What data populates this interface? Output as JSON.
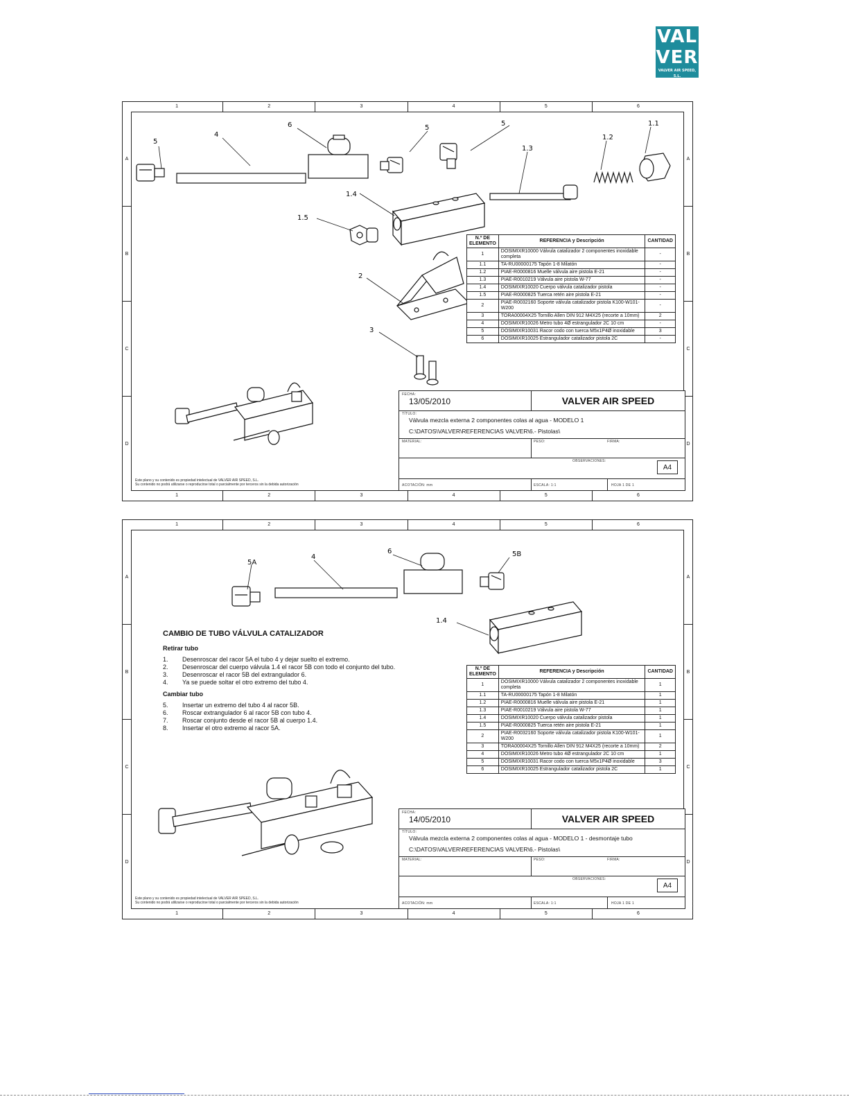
{
  "logo": {
    "line1": "VAL",
    "line2": "VER",
    "line3": "VALVER AIR SPEED, S.L."
  },
  "zones": {
    "cols": [
      "1",
      "2",
      "3",
      "4",
      "5",
      "6"
    ],
    "rows": [
      "A",
      "B",
      "C",
      "D"
    ]
  },
  "sheet1": {
    "callouts": {
      "c5a": "5",
      "c4": "4",
      "c6": "6",
      "c5b": "5",
      "c5c": "5",
      "c13": "1.3",
      "c12": "1.2",
      "c11": "1.1",
      "c14": "1.4",
      "c15": "1.5",
      "c2": "2",
      "c3": "3"
    },
    "bom_header": {
      "num": "N.º DE ELEMENTO",
      "ref": "REFERENCIA y Descripción",
      "qty": "CANTIDAD"
    },
    "bom": [
      {
        "num": "1",
        "ref": "DOSIMIXR10000 Válvula catalizador 2 componentes inoxidable completa",
        "qty": "-"
      },
      {
        "num": "1.1",
        "ref": "TA-RU00000175 Tapón 1-8 Milatón",
        "qty": "-"
      },
      {
        "num": "1.2",
        "ref": "PIAE-R0000816 Muelle válvula aire pistola E-21",
        "qty": "-"
      },
      {
        "num": "1.3",
        "ref": "PIAE-R0010219 Válvula aire pistola W-77",
        "qty": "-"
      },
      {
        "num": "1.4",
        "ref": "DOSIMIXR10020 Cuerpo válvula catalizador pistola",
        "qty": "-"
      },
      {
        "num": "1.5",
        "ref": "PIAE-R0000825 Tuerca retén aire pistola E-21",
        "qty": "-"
      },
      {
        "num": "2",
        "ref": "PIAE-R0032160 Soporte válvula catalizador pistola K100-W101-W200",
        "qty": "-"
      },
      {
        "num": "3",
        "ref": "TORA00004X25 Tornillo Allen DIN 912 M4X25 (recorte a 10mm)",
        "qty": "2"
      },
      {
        "num": "4",
        "ref": "DOSIMIXR10026 Metro tubo 4Ø estrangulador 2C 10 cm",
        "qty": "-"
      },
      {
        "num": "5",
        "ref": "DOSIMIXR10031 Racor codo con tuerca M5x1P4Ø inoxidable",
        "qty": "3"
      },
      {
        "num": "6",
        "ref": "DOSIMIXR10025 Estrangulador catalizador pistola 2C",
        "qty": "-"
      }
    ],
    "title_block": {
      "date_label": "FECHA:",
      "date": "13/05/2010",
      "company": "VALVER AIR SPEED",
      "title_label": "TÍTULO:",
      "description": "Válvula mezcla externa 2 componentes colas al agua - MODELO 1",
      "path": "C:\\DATOS\\VALVER\\REFERENCIAS VALVER\\6.- Pistolas\\",
      "material_label": "MATERIAL:",
      "weight_label": "PESO:",
      "signature_label": "FIRMA:",
      "notes_label": "OBSERVACIONES:",
      "format": "A4",
      "units_label": "ACOTACIÓN: mm",
      "scale_label": "ESCALA: 1:1",
      "sheet_label": "HOJA 1 DE 1"
    },
    "legal": [
      "Este plano y su contenido es propiedad intelectual de VALVER AIR SPEED, S.L.",
      "Su contenido no podrá utilizarse o reproducirse total o parcialmente por terceros sin la debida autorización"
    ]
  },
  "sheet2": {
    "callouts": {
      "c5a": "5A",
      "c4": "4",
      "c6": "6",
      "c5b": "5B",
      "c14": "1.4"
    },
    "instructions": {
      "title": "CAMBIO DE TUBO VÁLVULA CATALIZADOR",
      "section1": "Retirar tubo",
      "steps1": [
        {
          "n": "1.",
          "t": "Desenroscar del racor 5A el tubo 4 y dejar suelto el extremo."
        },
        {
          "n": "2.",
          "t": "Desenroscar del cuerpo válvula 1.4 el racor 5B con todo el conjunto del tubo."
        },
        {
          "n": "3.",
          "t": "Desenroscar el racor 5B del extrangulador 6."
        },
        {
          "n": "4.",
          "t": "Ya se puede soltar el otro extremo del tubo 4."
        }
      ],
      "section2": "Cambiar tubo",
      "steps2": [
        {
          "n": "5.",
          "t": "Insertar un extremo del tubo 4 al racor 5B."
        },
        {
          "n": "6.",
          "t": "Roscar extrangulador 6 al racor 5B con tubo 4."
        },
        {
          "n": "7.",
          "t": "Roscar conjunto desde el racor 5B al cuerpo 1.4."
        },
        {
          "n": "8.",
          "t": "Insertar el otro extremo al racor 5A."
        }
      ]
    },
    "bom_header": {
      "num": "N.º DE ELEMENTO",
      "ref": "REFERENCIA y Descripción",
      "qty": "CANTIDAD"
    },
    "bom": [
      {
        "num": "1",
        "ref": "DOSIMIXR10000 Válvula catalizador 2 componentes inoxidable completa",
        "qty": "1"
      },
      {
        "num": "1.1",
        "ref": "TA-RU00000175 Tapón 1-8 Milatón",
        "qty": "1"
      },
      {
        "num": "1.2",
        "ref": "PIAE-R0000816 Muelle válvula aire pistola E-21",
        "qty": "1"
      },
      {
        "num": "1.3",
        "ref": "PIAE-R0010219 Válvula aire pistola W-77",
        "qty": "1"
      },
      {
        "num": "1.4",
        "ref": "DOSIMIXR10020 Cuerpo válvula catalizador pistola",
        "qty": "1"
      },
      {
        "num": "1.5",
        "ref": "PIAE-R0000825 Tuerca retén aire pistola E-21",
        "qty": "1"
      },
      {
        "num": "2",
        "ref": "PIAE-R0032160 Soporte válvula catalizador pistola K100-W101-W200",
        "qty": "1"
      },
      {
        "num": "3",
        "ref": "TORA00004X25 Tornillo Allen DIN 912 M4X25 (recorte a 10mm)",
        "qty": "2"
      },
      {
        "num": "4",
        "ref": "DOSIMIXR10026 Metro tubo 4Ø estrangulador 2C 10 cm",
        "qty": "1"
      },
      {
        "num": "5",
        "ref": "DOSIMIXR10031 Racor codo con tuerca M5x1P4Ø inoxidable",
        "qty": "3"
      },
      {
        "num": "6",
        "ref": "DOSIMIXR10025 Estrangulador catalizador pistola 2C",
        "qty": "1"
      }
    ],
    "title_block": {
      "date_label": "FECHA:",
      "date": "14/05/2010",
      "company": "VALVER AIR SPEED",
      "title_label": "TÍTULO:",
      "description": "Válvula mezcla externa 2 componentes colas al agua - MODELO 1 - desmontaje tubo",
      "path": "C:\\DATOS\\VALVER\\REFERENCIAS VALVER\\6.- Pistolas\\",
      "material_label": "MATERIAL:",
      "weight_label": "PESO:",
      "signature_label": "FIRMA:",
      "notes_label": "OBSERVACIONES:",
      "format": "A4",
      "units_label": "ACOTACIÓN: mm",
      "scale_label": "ESCALA: 1:1",
      "sheet_label": "HOJA 1 DE 1"
    },
    "legal": [
      "Este plano y su contenido es propiedad intelectual de VALVER AIR SPEED, S.L.",
      "Su contenido no podrá utilizarse o reproducirse total o parcialmente por terceros sin la debida autorización"
    ]
  }
}
